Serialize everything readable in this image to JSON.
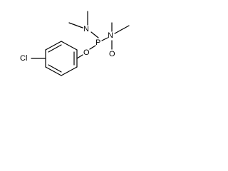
{
  "molecule": {
    "atoms": {
      "cl": "Cl",
      "o_ether": "O",
      "p": "P",
      "n_upper": "N",
      "n_right": "N",
      "o_oxide": "O"
    }
  }
}
